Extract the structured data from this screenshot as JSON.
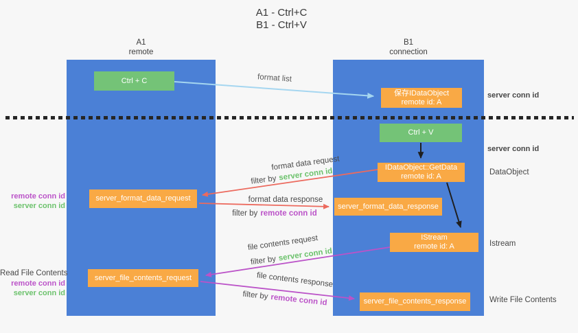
{
  "title": {
    "line1": "A1 - Ctrl+C",
    "line2": "B1 - Ctrl+V"
  },
  "columns": {
    "left": {
      "name": "A1",
      "subtitle": "remote"
    },
    "right": {
      "name": "B1",
      "subtitle": "connection"
    }
  },
  "boxes": {
    "ctrl_c": {
      "label": "Ctrl + C"
    },
    "save_dataobject": {
      "line1": "保存IDataObject",
      "line2": "remote id: A"
    },
    "ctrl_v": {
      "label": "Ctrl + V"
    },
    "getdata": {
      "line1": "IDataObject::GetData",
      "line2": "remote id: A"
    },
    "format_request": {
      "label": "server_format_data_request"
    },
    "format_response": {
      "label": "server_format_data_response"
    },
    "istream": {
      "line1": "IStream",
      "line2": "remote id: A"
    },
    "file_request": {
      "label": "server_file_contents_request"
    },
    "file_response": {
      "label": "server_file_contents_response"
    }
  },
  "labels": {
    "format_list": "format list",
    "format_data_request": "format data request",
    "format_data_response": "format data response",
    "file_contents_request": "file contents request",
    "file_contents_response": "file contents response",
    "filter_by": "filter by",
    "server_conn_id": "server conn id",
    "remote_conn_id": "remote conn id",
    "dataobject": "DataObject",
    "istream": "Istream",
    "write_file_contents": "Write File Contents",
    "read_file_contents": "Read File Contents"
  },
  "colors": {
    "bg": "#f7f7f7",
    "column_blue": "#4b80d6",
    "box_green": "#74c377",
    "box_orange": "#f9a945",
    "arrow_light_blue": "#a5d6f0",
    "arrow_red": "#ec6a5e",
    "arrow_magenta": "#bb53c8",
    "arrow_black": "#1f1f1f",
    "conn_green": "#6cc26c",
    "conn_magenta": "#bb53c8"
  }
}
